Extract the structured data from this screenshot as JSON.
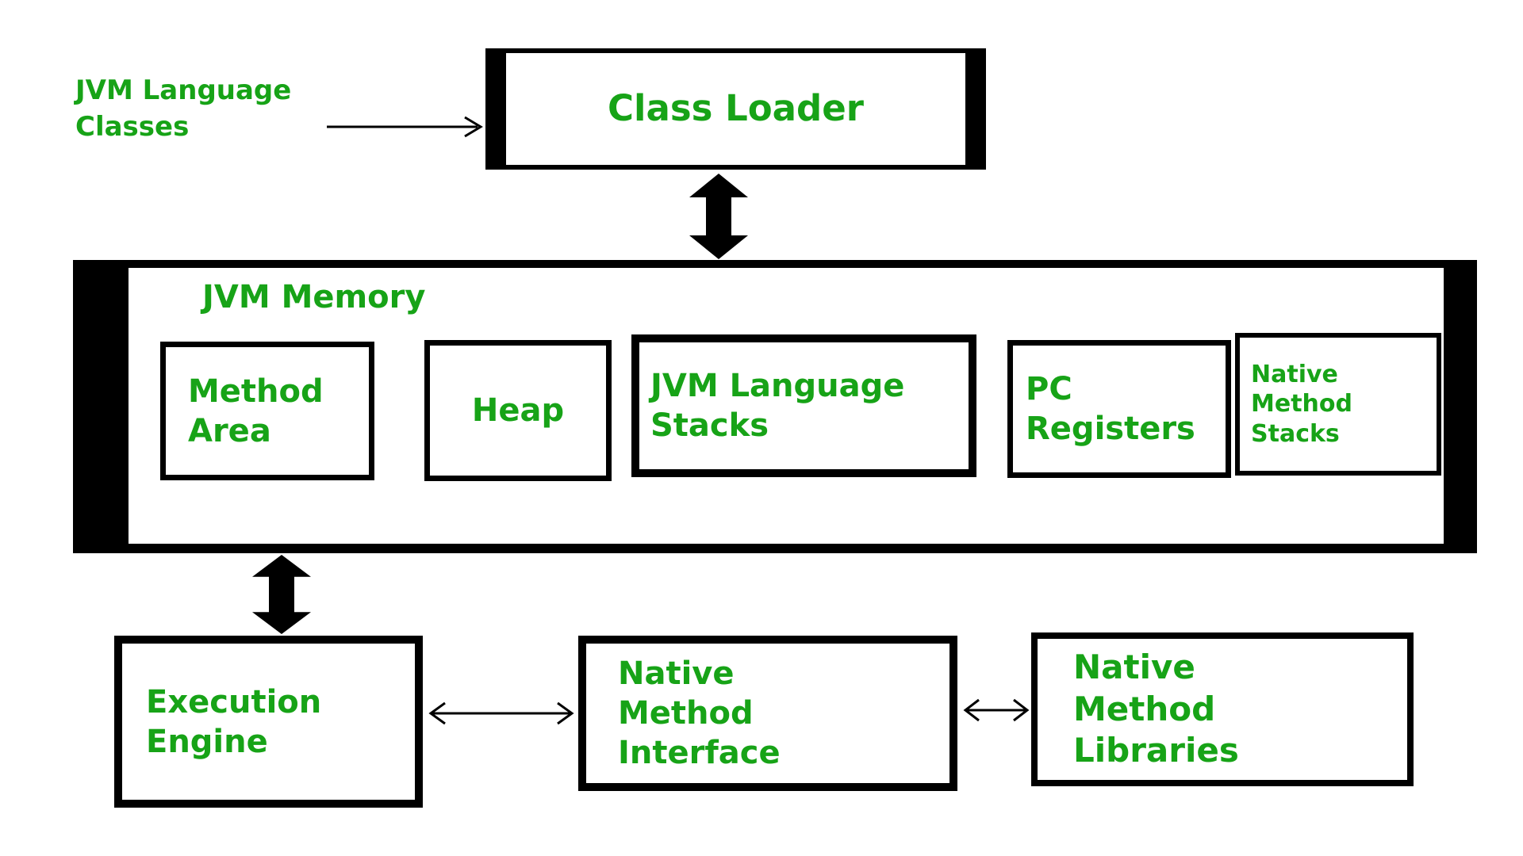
{
  "colors": {
    "text_green": "#17a317",
    "line_black": "#000000",
    "background": "#ffffff"
  },
  "diagram": {
    "input_label": "JVM Language Classes",
    "class_loader_label": "Class Loader",
    "jvm_memory": {
      "title": "JVM Memory",
      "components": [
        {
          "label": "Method Area"
        },
        {
          "label": "Heap"
        },
        {
          "label": "JVM Language Stacks"
        },
        {
          "label": "PC Registers"
        },
        {
          "label": "Native Method Stacks"
        }
      ]
    },
    "execution_engine_label": "Execution Engine",
    "native_method_interface_label": "Native Method Interface",
    "native_method_libraries_label": "Native Method Libraries"
  }
}
